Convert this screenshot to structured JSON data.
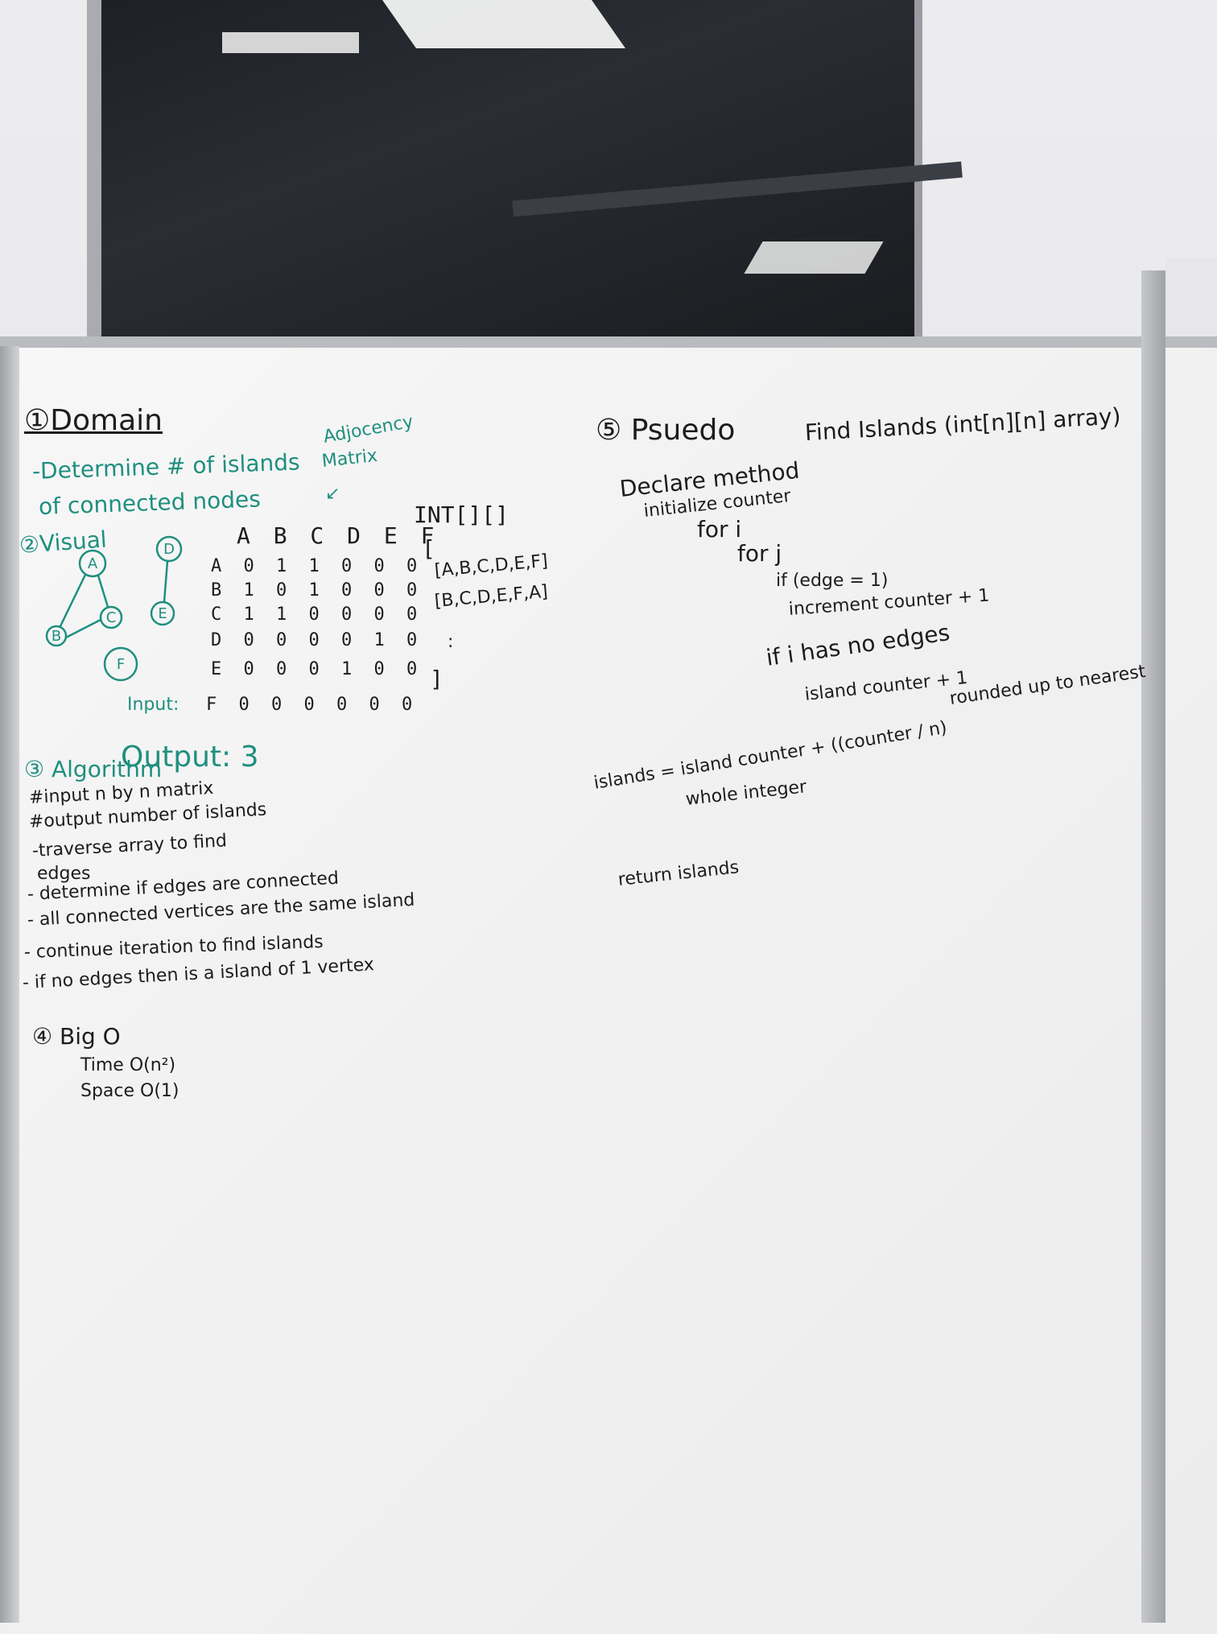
{
  "board": {
    "domain": {
      "heading": "①Domain",
      "line1": "-Determine # of islands",
      "line2": "of connected nodes",
      "adjacency_label_1": "Adjocency",
      "adjacency_label_2": "Matrix",
      "adjacency_arrow": "↙"
    },
    "visual": {
      "heading": "②Visual",
      "nodes": [
        "A",
        "B",
        "C",
        "D",
        "E",
        "F"
      ]
    },
    "matrix": {
      "header": "A B C D E F",
      "rows": [
        "A 0 1 1 0 0 0",
        "B 1 0 1 0 0 0",
        "C 1 1 0 0 0 0",
        "D 0 0 0 0 1 0",
        "E 0 0 0 1 0 0",
        "F 0 0 0 0 0 0"
      ],
      "input_label": "Input:",
      "output_label": "Output: 3"
    },
    "array": {
      "type_label": "INT[][]",
      "open": "[",
      "row1": "[A,B,C,D,E,F]",
      "row2": "[B,C,D,E,F,A]",
      "dots": ":",
      "close": "]"
    },
    "algorithm": {
      "heading": "③ Algorithm",
      "lines": [
        "#input n by n matrix",
        "#output number of islands",
        "-traverse array to find",
        "edges",
        "- determine if edges are connected",
        "- all connected vertices are the same island",
        "- continue iteration to find islands",
        "- if no edges then is a island of 1 vertex"
      ]
    },
    "bigo": {
      "heading": "④ Big O",
      "time": "Time O(n²)",
      "space": "Space O(1)"
    },
    "pseudo": {
      "heading": "⑤ Psuedo",
      "signature": "Find Islands (int[n][n] array)",
      "lines": [
        "Declare method",
        "initialize counter",
        "for i",
        "for j",
        "if (edge = 1)",
        "increment counter + 1",
        "if i has no edges",
        "island counter + 1",
        "rounded up to nearest",
        "islands = island counter + ((counter / n)",
        "whole integer",
        "return islands"
      ]
    }
  }
}
